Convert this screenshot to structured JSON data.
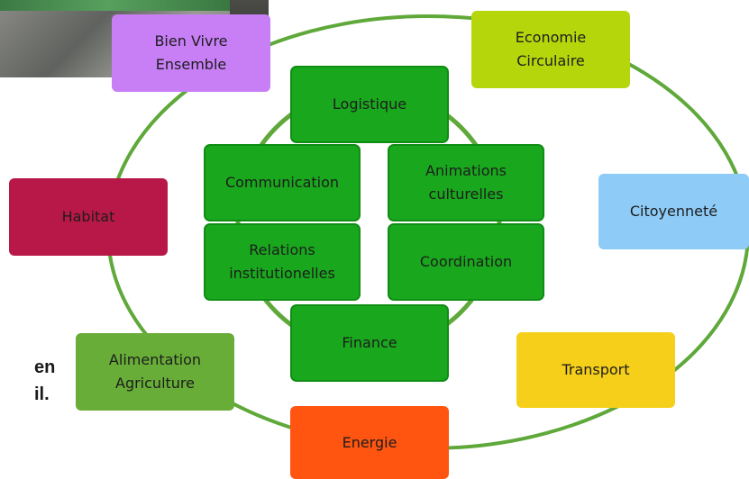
{
  "diagram": {
    "center_group": [
      "Logistique",
      "Communication",
      "Animations culturelles",
      "Relations institutionelles",
      "Coordination",
      "Finance"
    ],
    "outer_group": [
      "Bien Vivre Ensemble",
      "Economie Circulaire",
      "Citoyenneté",
      "Habitat",
      "Transport",
      "Alimentation Agriculture",
      "Energie"
    ]
  },
  "inner": {
    "logistique": "Logistique",
    "communication": "Communication",
    "animations": {
      "line1": "Animations",
      "line2": "culturelles"
    },
    "relations": {
      "line1": "Relations",
      "line2": "institutionelles"
    },
    "coordination": "Coordination",
    "finance": "Finance"
  },
  "outer": {
    "bien_vivre": {
      "line1": "Bien Vivre",
      "line2": "Ensemble",
      "color": "#c87ff6"
    },
    "economie": {
      "line1": "Economie",
      "line2": "Circulaire",
      "color": "#b6d60c"
    },
    "citoyennete": {
      "label": "Citoyenneté",
      "color": "#8ecbf7"
    },
    "habitat": {
      "label": "Habitat",
      "color": "#b81848"
    },
    "transport": {
      "label": "Transport",
      "color": "#f5cf19"
    },
    "alimentation": {
      "line1": "Alimentation",
      "line2": "Agriculture",
      "color": "#68ad38"
    },
    "energie": {
      "label": "Energie",
      "color": "#ff5510"
    }
  },
  "partial_text": {
    "line1": "en",
    "line2": "il."
  },
  "colors": {
    "inner_box": "#19a81d",
    "ring": "#5fa83a",
    "photo_sign": "#2f9a48"
  }
}
